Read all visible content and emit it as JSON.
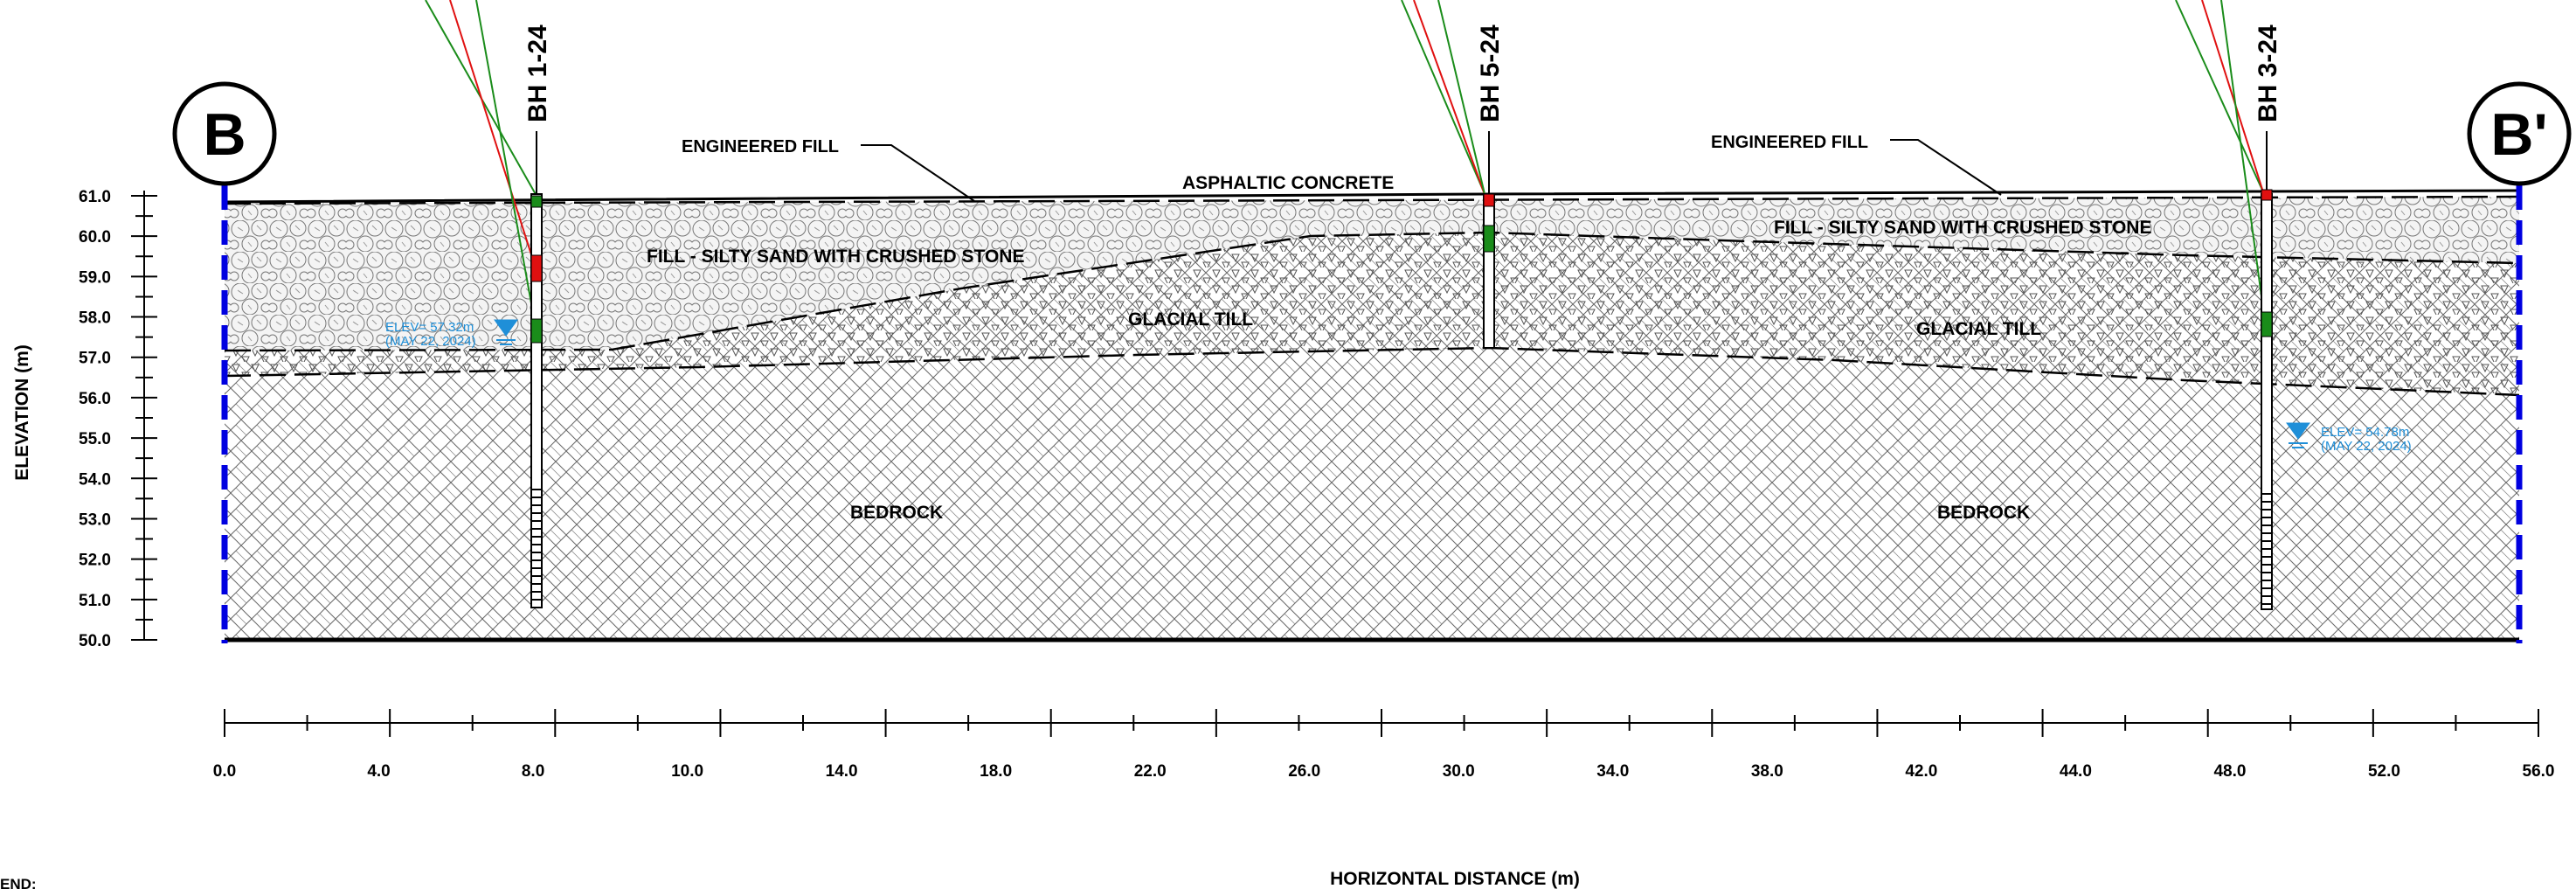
{
  "markers": {
    "left": "B",
    "right": "B'"
  },
  "boreholes": [
    {
      "id": "BH 1-24",
      "x": 7.5
    },
    {
      "id": "BH 5-24",
      "x": 30.8
    },
    {
      "id": "BH 3-24",
      "x": 49.6
    }
  ],
  "layer_labels": {
    "engineered_fill_left": "ENGINEERED FILL",
    "engineered_fill_right": "ENGINEERED FILL",
    "asphaltic_concrete": "ASPHALTIC CONCRETE",
    "fill_left": "FILL - SILTY SAND WITH CRUSHED STONE",
    "fill_right": "FILL - SILTY SAND WITH CRUSHED STONE",
    "glacial_till_left": "GLACIAL TILL",
    "glacial_till_right": "GLACIAL TILL",
    "bedrock_left": "BEDROCK",
    "bedrock_right": "BEDROCK"
  },
  "water_levels": [
    {
      "line1": "ELEV= 57.32m",
      "line2": "(MAY 22, 2024)"
    },
    {
      "line1": "ELEV= 54.78m",
      "line2": "(MAY 22, 2024)"
    }
  ],
  "axes": {
    "y_label": "ELEVATION (m)",
    "y_ticks": [
      "61.0",
      "60.0",
      "59.0",
      "58.0",
      "57.0",
      "56.0",
      "55.0",
      "54.0",
      "53.0",
      "52.0",
      "51.0",
      "50.0"
    ],
    "x_label": "HORIZONTAL DISTANCE (m)",
    "x_ticks": [
      "0.0",
      "4.0",
      "8.0",
      "10.0",
      "14.0",
      "18.0",
      "22.0",
      "26.0",
      "30.0",
      "34.0",
      "38.0",
      "42.0",
      "44.0",
      "48.0",
      "52.0",
      "56.0"
    ]
  },
  "legend_fragment": "END:",
  "colors": {
    "section_edge": "#0000e0",
    "water": "#1f8fd8",
    "sample_green": "#1a8c1a",
    "sample_red": "#e01010"
  }
}
